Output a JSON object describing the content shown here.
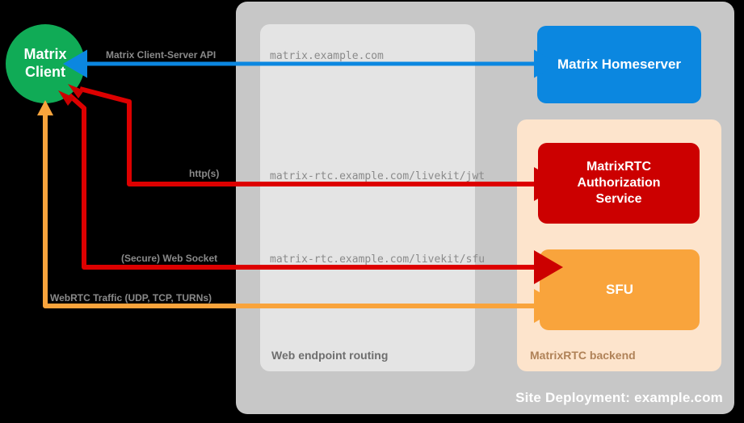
{
  "diagram": {
    "site_panel": {
      "label": "Site Deployment: example.com"
    },
    "routing_panel": {
      "label": "Web endpoint routing"
    },
    "backend_panel": {
      "label": "MatrixRTC backend"
    },
    "client": {
      "line1": "Matrix",
      "line2": "Client"
    },
    "nodes": [
      {
        "id": "homeserver",
        "label": "Matrix Homeserver",
        "color": "#0b87e0"
      },
      {
        "id": "auth-service",
        "label": "MatrixRTC\nAuthorization\nService",
        "line1": "MatrixRTC",
        "line2": "Authorization",
        "line3": "Service",
        "color": "#cc0000"
      },
      {
        "id": "sfu",
        "label": "SFU",
        "color": "#f9a43c"
      }
    ],
    "endpoints": [
      {
        "id": "homeserver-endpoint",
        "text": "matrix.example.com"
      },
      {
        "id": "jwt-endpoint",
        "text": "matrix-rtc.example.com/livekit/jwt"
      },
      {
        "id": "sfu-endpoint",
        "text": "matrix-rtc.example.com/livekit/sfu"
      }
    ],
    "flows": [
      {
        "id": "cs-api",
        "label": "Matrix Client-Server API",
        "color": "#0b87e0"
      },
      {
        "id": "https",
        "label": "http(s)",
        "color": "#dd0000"
      },
      {
        "id": "websocket",
        "label": "(Secure) Web Socket",
        "color": "#dd0000"
      },
      {
        "id": "webrtc",
        "label": "WebRTC Traffic (UDP, TCP, TURNs)",
        "color": "#f9a43c"
      }
    ],
    "colors": {
      "background": "#000000",
      "site_panel": "#c7c7c7",
      "routing_panel": "#e4e4e4",
      "backend_panel": "#fde4cc",
      "client": "#10ab56",
      "blue": "#0b87e0",
      "red": "#dd0000",
      "dark_red": "#cc0000",
      "orange": "#f9a43c",
      "label_gray": "#8a8a8a"
    }
  }
}
